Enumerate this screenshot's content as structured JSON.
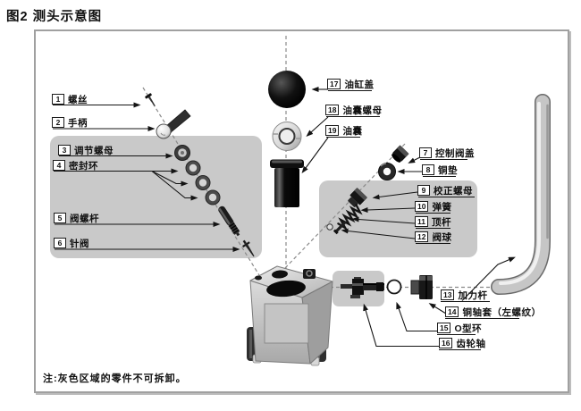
{
  "figure": {
    "title": "图2  测头示意图",
    "note": "注:灰色区域的零件不可拆卸。"
  },
  "labels": [
    {
      "num": "1",
      "text": "螺丝"
    },
    {
      "num": "2",
      "text": "手柄"
    },
    {
      "num": "3",
      "text": "调节螺母"
    },
    {
      "num": "4",
      "text": "密封环"
    },
    {
      "num": "5",
      "text": "阀螺杆"
    },
    {
      "num": "6",
      "text": "针阀"
    },
    {
      "num": "7",
      "text": "控制阀盖"
    },
    {
      "num": "8",
      "text": "铜垫"
    },
    {
      "num": "9",
      "text": "校正螺母"
    },
    {
      "num": "10",
      "text": "弹簧"
    },
    {
      "num": "11",
      "text": "顶杆"
    },
    {
      "num": "12",
      "text": "阀球"
    },
    {
      "num": "13",
      "text": "加力杆"
    },
    {
      "num": "14",
      "text": "铜轴套（左螺纹）"
    },
    {
      "num": "15",
      "text": "O型环"
    },
    {
      "num": "16",
      "text": "齿轮轴"
    },
    {
      "num": "17",
      "text": "油缸盖"
    },
    {
      "num": "18",
      "text": "油囊螺母"
    },
    {
      "num": "19",
      "text": "油囊"
    }
  ],
  "colors": {
    "region_gray": "#c9c9c9",
    "leader_line": "#141414",
    "axis_dash": "#8a8a8a",
    "frame_border": "#a0a0a0"
  }
}
